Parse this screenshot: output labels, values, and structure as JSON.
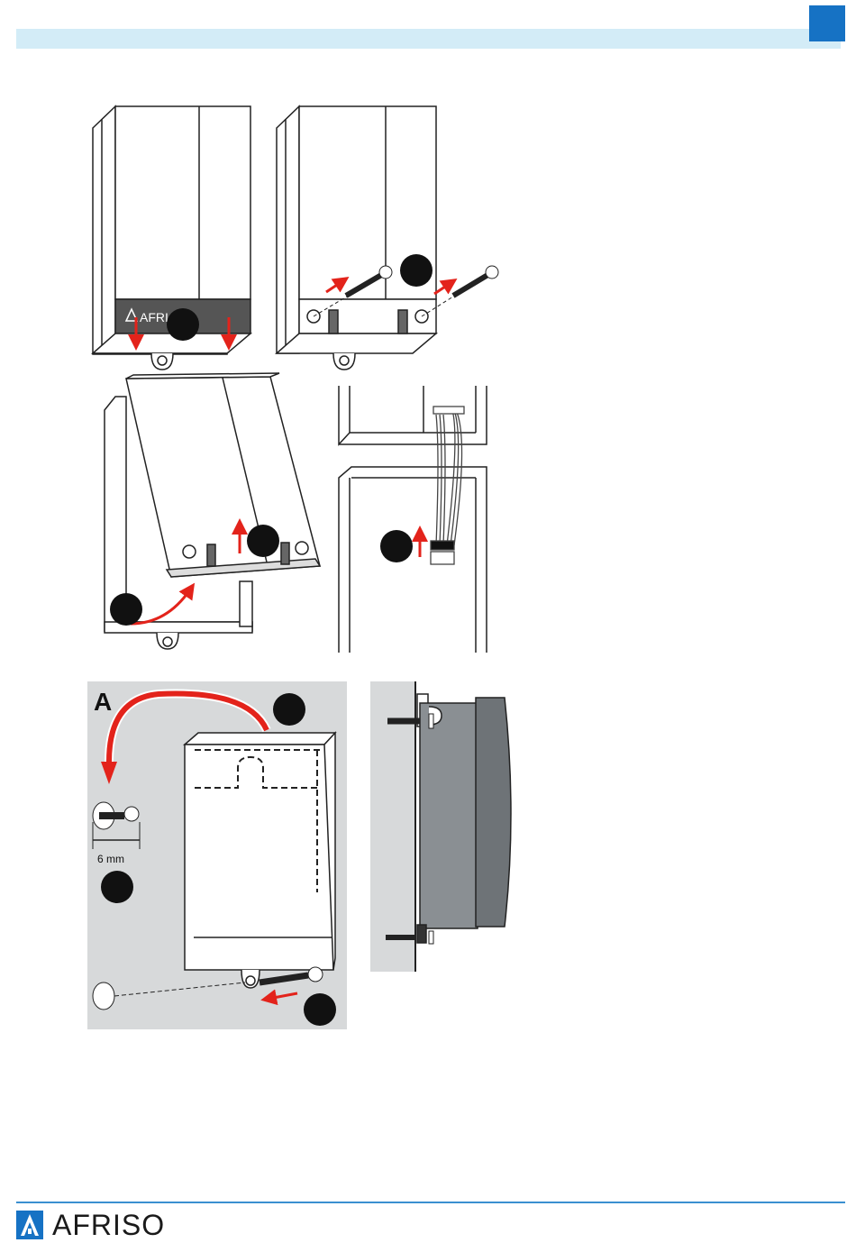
{
  "brand": {
    "name": "AFRISO",
    "accent_color": "#1672c4",
    "header_bar_color": "#d3ecf7"
  },
  "figures": {
    "step1_label": "AFRI",
    "panel_a_label": "A",
    "dimension_label": "6 mm"
  },
  "icons": [
    "afriso-logo-icon",
    "arrow-icon",
    "screw-icon",
    "ribbon-cable-icon"
  ]
}
